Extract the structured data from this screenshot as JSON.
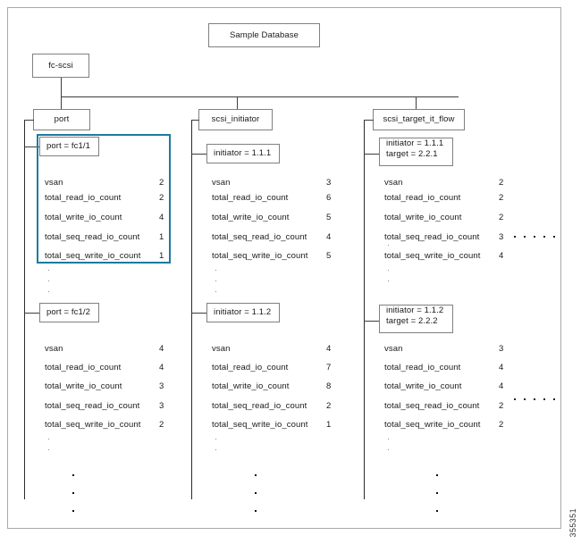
{
  "figure": {
    "id_label": "355351",
    "root": {
      "label": "Sample Database"
    },
    "level1": {
      "label": "fc-scsi"
    },
    "highlight_color": "#1b7b9e"
  },
  "columns": [
    {
      "name": "port",
      "header": "port",
      "groups": [
        {
          "key_label": "port = fc1/1",
          "highlighted": true,
          "attributes": [
            {
              "name": "vsan",
              "value": "2"
            },
            {
              "name": "total_read_io_count",
              "value": "2"
            },
            {
              "name": "total_write_io_count",
              "value": "4"
            },
            {
              "name": "total_seq_read_io_count",
              "value": "1"
            },
            {
              "name": "total_seq_write_io_count",
              "value": "1"
            }
          ],
          "trailing_dots": 3,
          "side_dots": 0
        },
        {
          "key_label": "port = fc1/2",
          "highlighted": false,
          "attributes": [
            {
              "name": "vsan",
              "value": "4"
            },
            {
              "name": "total_read_io_count",
              "value": "4"
            },
            {
              "name": "total_write_io_count",
              "value": "3"
            },
            {
              "name": "total_seq_read_io_count",
              "value": "3"
            },
            {
              "name": "total_seq_write_io_count",
              "value": "2"
            }
          ],
          "trailing_dots": 2,
          "side_dots": 0
        }
      ],
      "bottom_dots": 3
    },
    {
      "name": "scsi_initiator",
      "header": "scsi_initiator",
      "groups": [
        {
          "key_label": "initiator = 1.1.1",
          "highlighted": false,
          "attributes": [
            {
              "name": "vsan",
              "value": "3"
            },
            {
              "name": "total_read_io_count",
              "value": "6"
            },
            {
              "name": "total_write_io_count",
              "value": "5"
            },
            {
              "name": "total_seq_read_io_count",
              "value": "4"
            },
            {
              "name": "total_seq_write_io_count",
              "value": "5"
            }
          ],
          "trailing_dots": 3,
          "side_dots": 0
        },
        {
          "key_label": "initiator = 1.1.2",
          "highlighted": false,
          "attributes": [
            {
              "name": "vsan",
              "value": "4"
            },
            {
              "name": "total_read_io_count",
              "value": "7"
            },
            {
              "name": "total_write_io_count",
              "value": "8"
            },
            {
              "name": "total_seq_read_io_count",
              "value": "2"
            },
            {
              "name": "total_seq_write_io_count",
              "value": "1"
            }
          ],
          "trailing_dots": 2,
          "side_dots": 0
        }
      ],
      "bottom_dots": 3
    },
    {
      "name": "scsi_target_it_flow",
      "header": "scsi_target_it_flow",
      "groups": [
        {
          "key_label": "initiator = 1.1.1",
          "key_label_line2": "target  = 2.2.1",
          "highlighted": false,
          "attributes": [
            {
              "name": "vsan",
              "value": "2"
            },
            {
              "name": "total_read_io_count",
              "value": "2"
            },
            {
              "name": "total_write_io_count",
              "value": "2"
            },
            {
              "name": "total_seq_read_io_count",
              "value": "3"
            },
            {
              "name": "total_seq_write_io_count",
              "value": "4"
            }
          ],
          "trailing_dots": 2,
          "side_dots": 5
        },
        {
          "key_label": "initiator = 1.1.2",
          "key_label_line2": "target  = 2.2.2",
          "highlighted": false,
          "attributes": [
            {
              "name": "vsan",
              "value": "3"
            },
            {
              "name": "total_read_io_count",
              "value": "4"
            },
            {
              "name": "total_write_io_count",
              "value": "4"
            },
            {
              "name": "total_seq_read_io_count",
              "value": "2"
            },
            {
              "name": "total_seq_write_io_count",
              "value": "2"
            }
          ],
          "trailing_dots": 2,
          "side_dots": 5
        }
      ],
      "bottom_dots": 3
    }
  ]
}
